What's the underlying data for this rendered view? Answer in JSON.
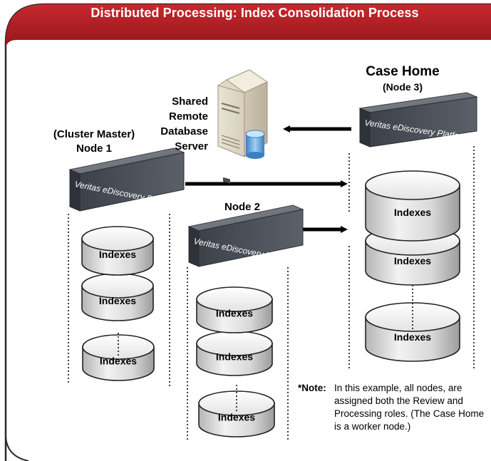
{
  "title": "Distributed Processing: Index Consolidation Process",
  "nodes": {
    "case_home_title": "Case Home",
    "case_home_sub": "(Node 3)",
    "shared_db_label": [
      "Shared",
      "Remote",
      "Database",
      "Server"
    ],
    "node1_line1": "(Cluster Master)",
    "node1_line2": "Node 1",
    "node2": "Node 2"
  },
  "platform_label": "Veritas eDiscovery Platform",
  "index_label": "Indexes",
  "note": {
    "label": "*Note:",
    "text": "In this example, all nodes, are assigned both the Review and Processing roles. (The Case Home is a worker node.)"
  },
  "colors": {
    "banner": "#b01e23",
    "banner_dark": "#8a1419",
    "server_top": "#6b6f78",
    "server_face": "#4a4e57",
    "disk_light": "#f4f4f4",
    "disk_dark": "#a8a8a8"
  }
}
